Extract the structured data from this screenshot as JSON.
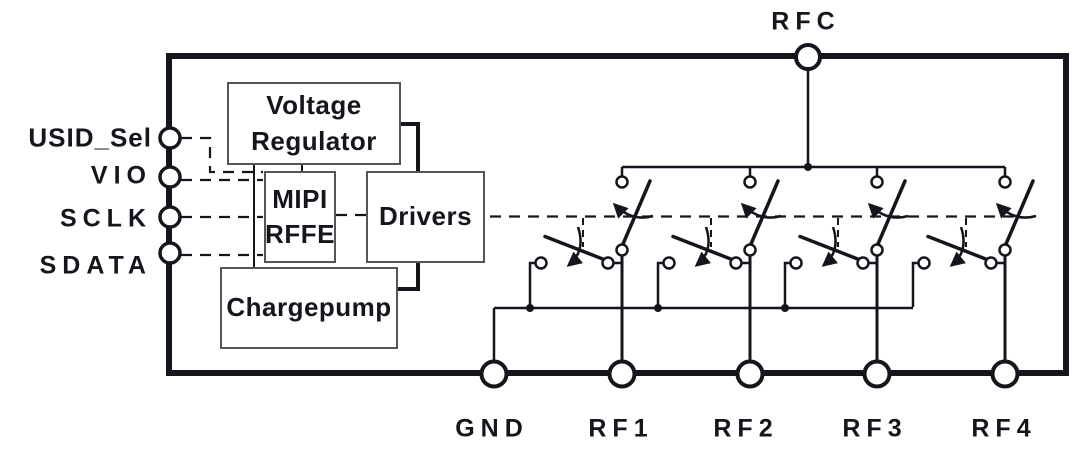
{
  "pins": {
    "left": [
      "USID_Sel",
      "VIO",
      "SCLK",
      "SDATA"
    ],
    "top": [
      "RFC"
    ],
    "bottom": [
      "GND",
      "RF1",
      "RF2",
      "RF3",
      "RF4"
    ]
  },
  "blocks": {
    "voltage_regulator": [
      "Voltage",
      "Regulator"
    ],
    "mipi_rffe": [
      "MIPI",
      "RFFE"
    ],
    "drivers": "Drivers",
    "chargepump": "Chargepump"
  },
  "switches": {
    "series_count": 4,
    "shunt_count": 4,
    "state": "open"
  },
  "colors": {
    "ink": "#15151d",
    "box_border": "#555555",
    "background": "#ffffff"
  }
}
